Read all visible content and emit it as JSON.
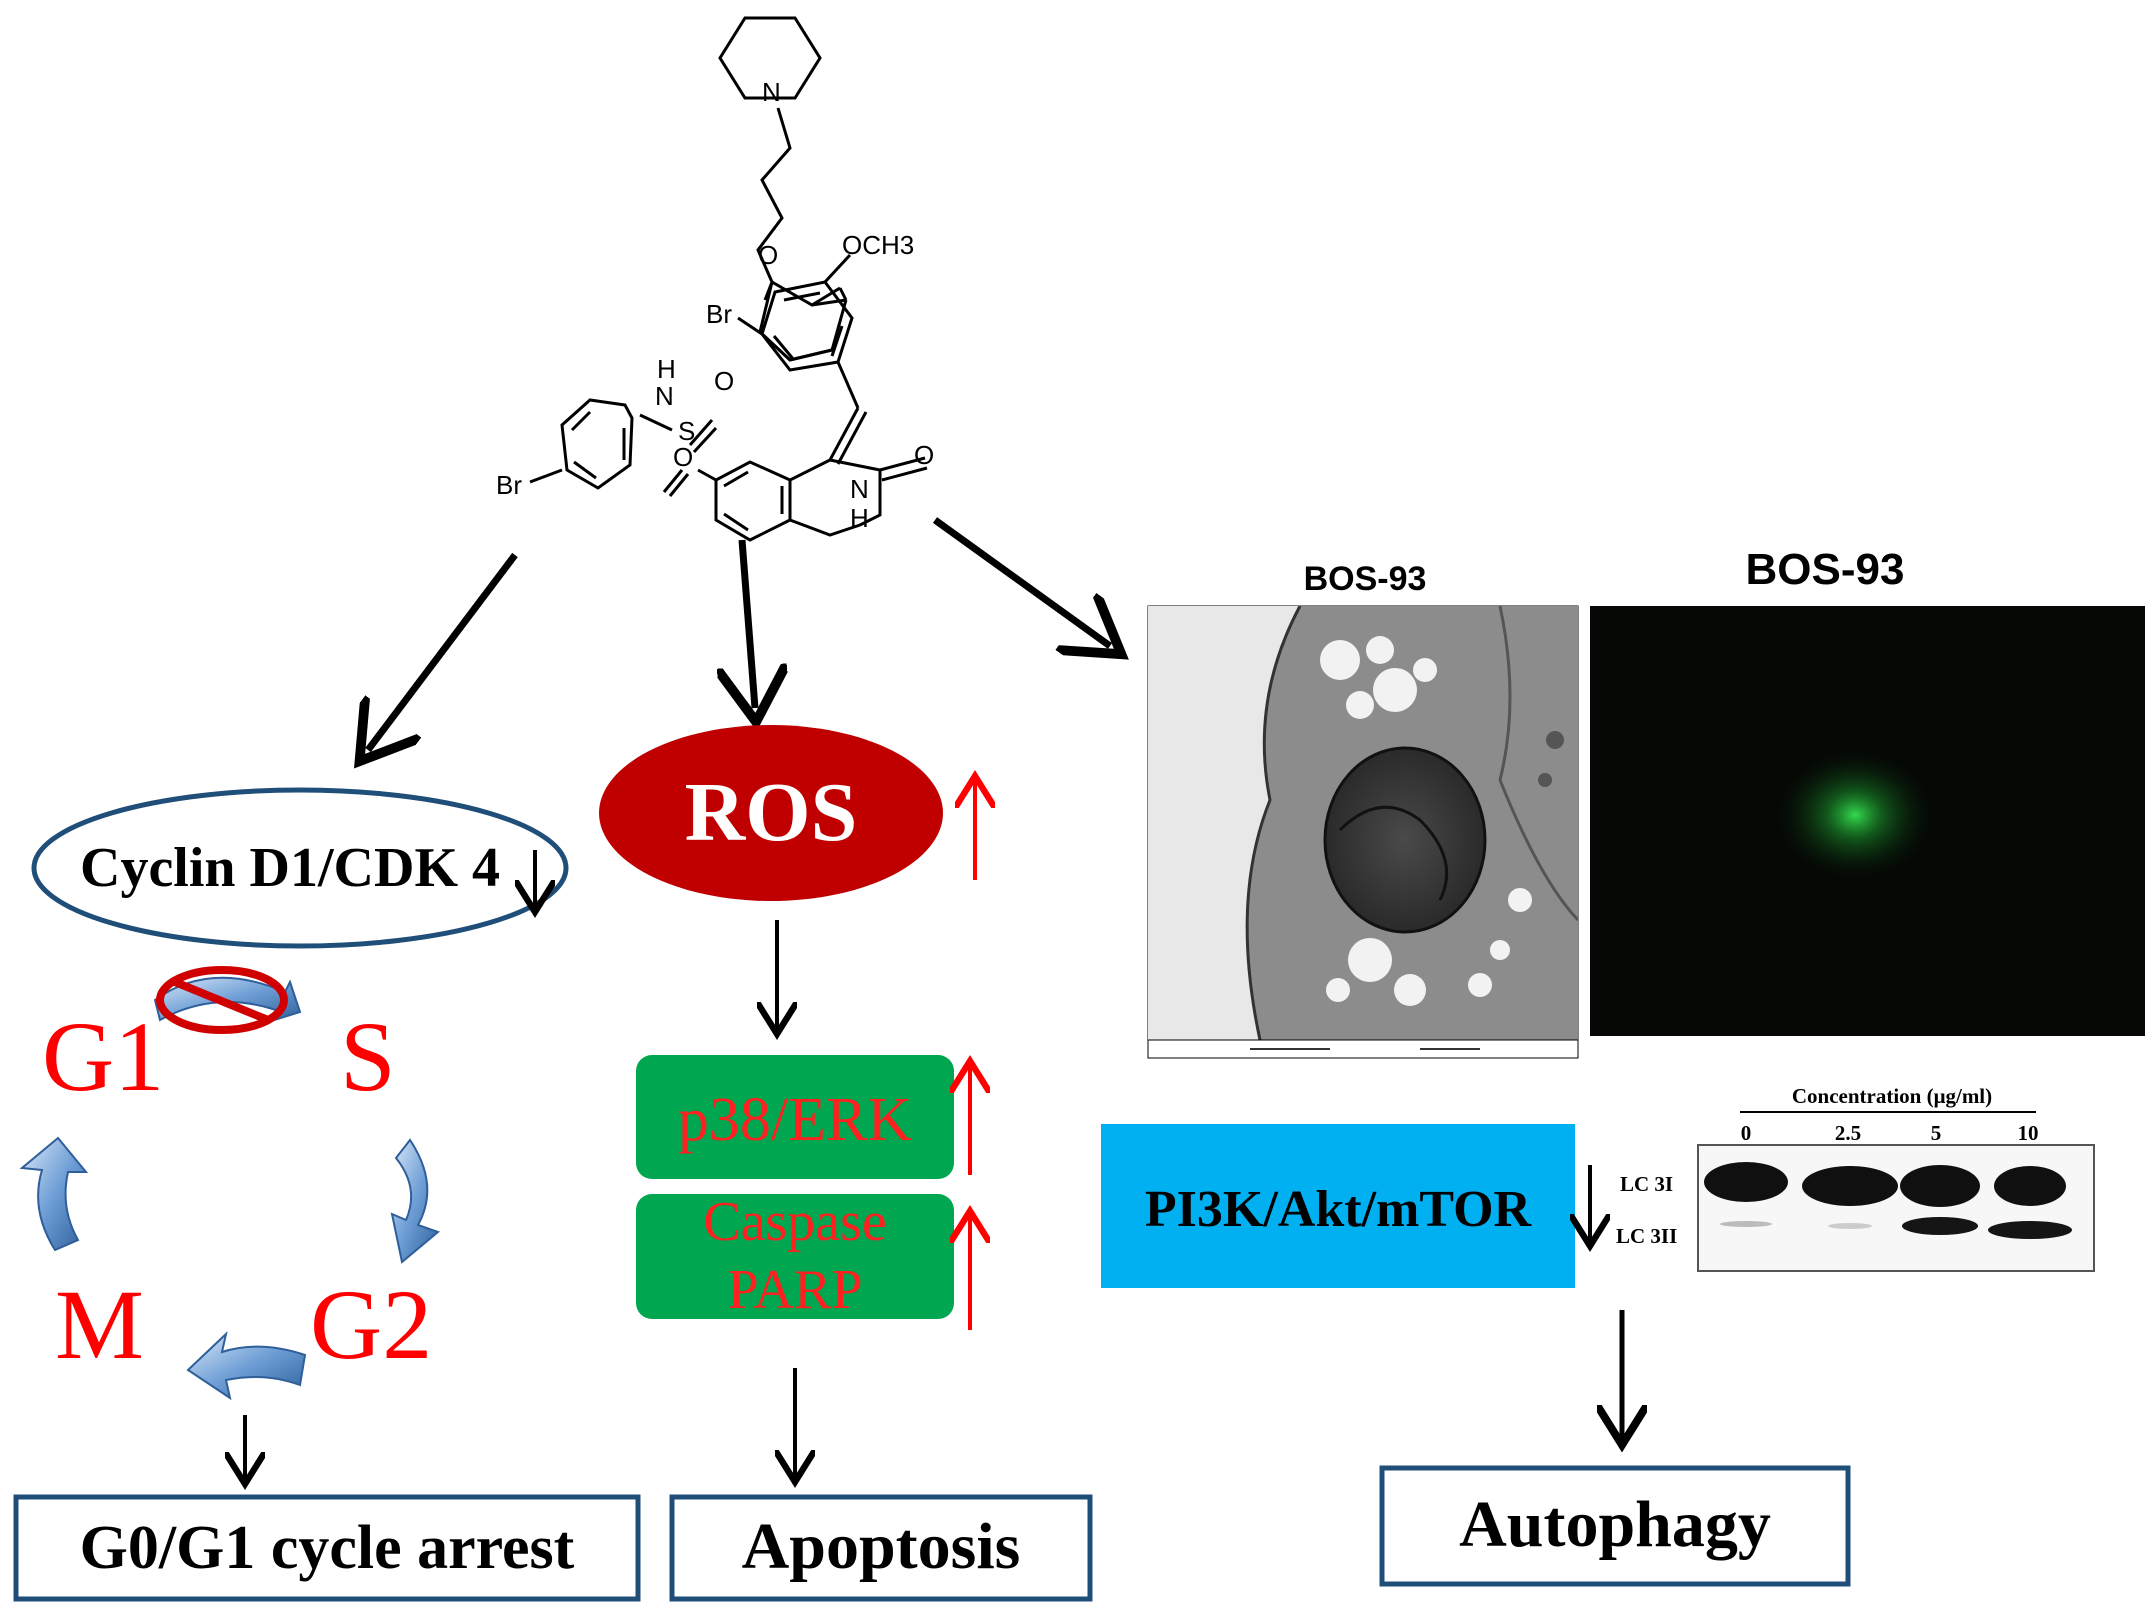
{
  "compound": {
    "atom_labels": [
      "N",
      "O",
      "OCH3",
      "Br",
      "H",
      "N",
      "S",
      "O",
      "O",
      "Br",
      "O",
      "N",
      "H"
    ]
  },
  "cell_cycle": {
    "cyclin_label": "Cyclin D1/CDK 4",
    "phases": [
      "G1",
      "S",
      "G2",
      "M"
    ],
    "outcome": "G0/G1 cycle arrest"
  },
  "apoptosis_branch": {
    "ros_label": "ROS",
    "kinase_label": "p38/ERK",
    "caspase_lines": [
      "Caspase",
      "PARP"
    ],
    "outcome": "Apoptosis"
  },
  "autophagy_branch": {
    "tem_title": "BOS-93",
    "fluor_title": "BOS-93",
    "pathway_label": "PI3K/Akt/mTOR",
    "blot": {
      "title": "Concentration (μg/ml)",
      "concentrations": [
        "0",
        "2.5",
        "5",
        "10"
      ],
      "row_labels": [
        "LC 3I",
        "LC 3II"
      ]
    },
    "outcome": "Autophagy"
  },
  "colors": {
    "ros_fill": "#c00000",
    "phase_text": "#ff0000",
    "green_box": "#00a650",
    "blue_box": "#00b0f0",
    "outline_blue": "#1f4e79",
    "fluor_bg": "#050805",
    "fluor_glow": "#2fd84a"
  }
}
